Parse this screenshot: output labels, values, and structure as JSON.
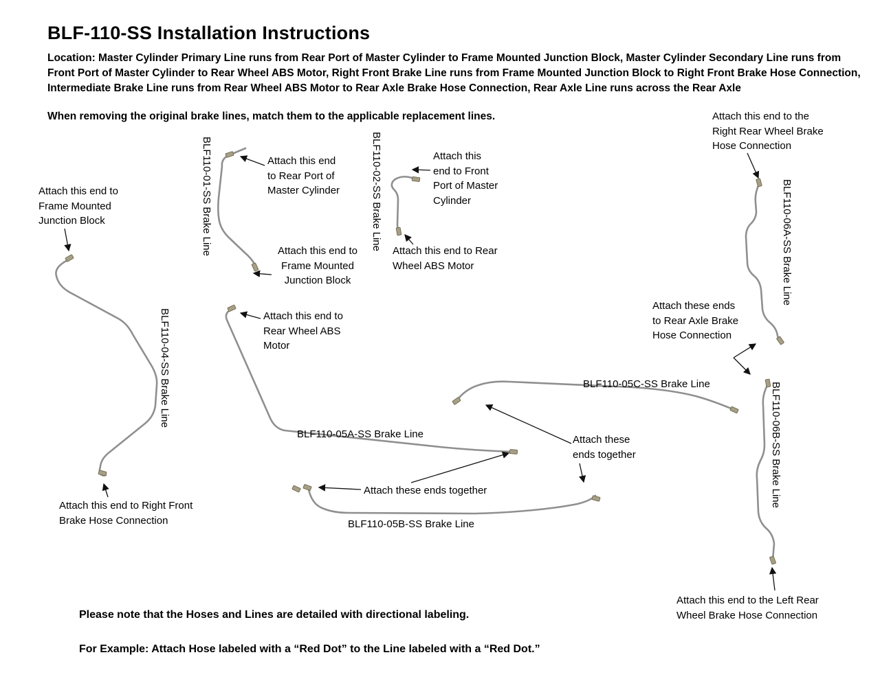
{
  "page": {
    "title": "BLF-110-SS Installation Instructions",
    "location": "Location: Master Cylinder Primary Line runs from Rear Port of Master Cylinder to Frame Mounted Junction Block, Master Cylinder Secondary Line runs from Front Port of Master Cylinder to Rear Wheel ABS Motor, Right Front Brake Line runs from Frame Mounted Junction Block to Right Front Brake Hose Connection, Intermediate Brake Line runs from Rear Wheel ABS Motor to Rear Axle Brake Hose Connection, Rear Axle Line runs across the Rear Axle",
    "removal_note": "When removing the original brake lines, match them to the applicable replacement lines."
  },
  "footer": {
    "line1": "Please note that the Hoses and Lines are detailed with directional labeling.",
    "line2": "For Example: Attach Hose labeled with a “Red Dot” to the Line labeled with a “Red Dot.”"
  },
  "lines": {
    "blf110_01": "BLF110-01-SS Brake Line",
    "blf110_02": "BLF110-02-SS Brake Line",
    "blf110_04": "BLF110-04-SS Brake Line",
    "blf110_05a": "BLF110-05A-SS Brake Line",
    "blf110_05b": "BLF110-05B-SS Brake Line",
    "blf110_05c": "BLF110-05C-SS Brake Line",
    "blf110_06a": "BLF110-06A-SS Brake Line",
    "blf110_06b": "BLF110-06B-SS Brake Line"
  },
  "callouts": {
    "frame_junction_left": "Attach this end to\nFrame Mounted\nJunction Block",
    "rear_port_master": "Attach this end\nto Rear Port of\nMaster Cylinder",
    "front_port_master": "Attach this\nend to Front\nPort of Master\nCylinder",
    "right_rear_hose": "Attach this end to the\nRight Rear Wheel Brake\nHose Connection",
    "frame_junction_mid": "Attach this end to\nFrame Mounted\nJunction Block",
    "rear_abs_motor_top": "Attach this end to Rear\nWheel ABS Motor",
    "rear_abs_motor_left": "Attach this end to\nRear Wheel ABS\nMotor",
    "rear_axle_hose": "Attach these ends\nto Rear Axle Brake\nHose Connection",
    "ends_together_right": "Attach these\nends together",
    "ends_together_bottom": "Attach these ends together",
    "right_front_hose": "Attach this end to Right Front\nBrake Hose Connection",
    "left_rear_hose": "Attach this end to the Left Rear\nWheel Brake Hose Connection"
  },
  "colors": {
    "brake_line_gray": "#8f8f8f",
    "fitting_brass": "#a79f86",
    "arrow_black": "#111111",
    "text_black": "#000000",
    "background": "#ffffff"
  }
}
